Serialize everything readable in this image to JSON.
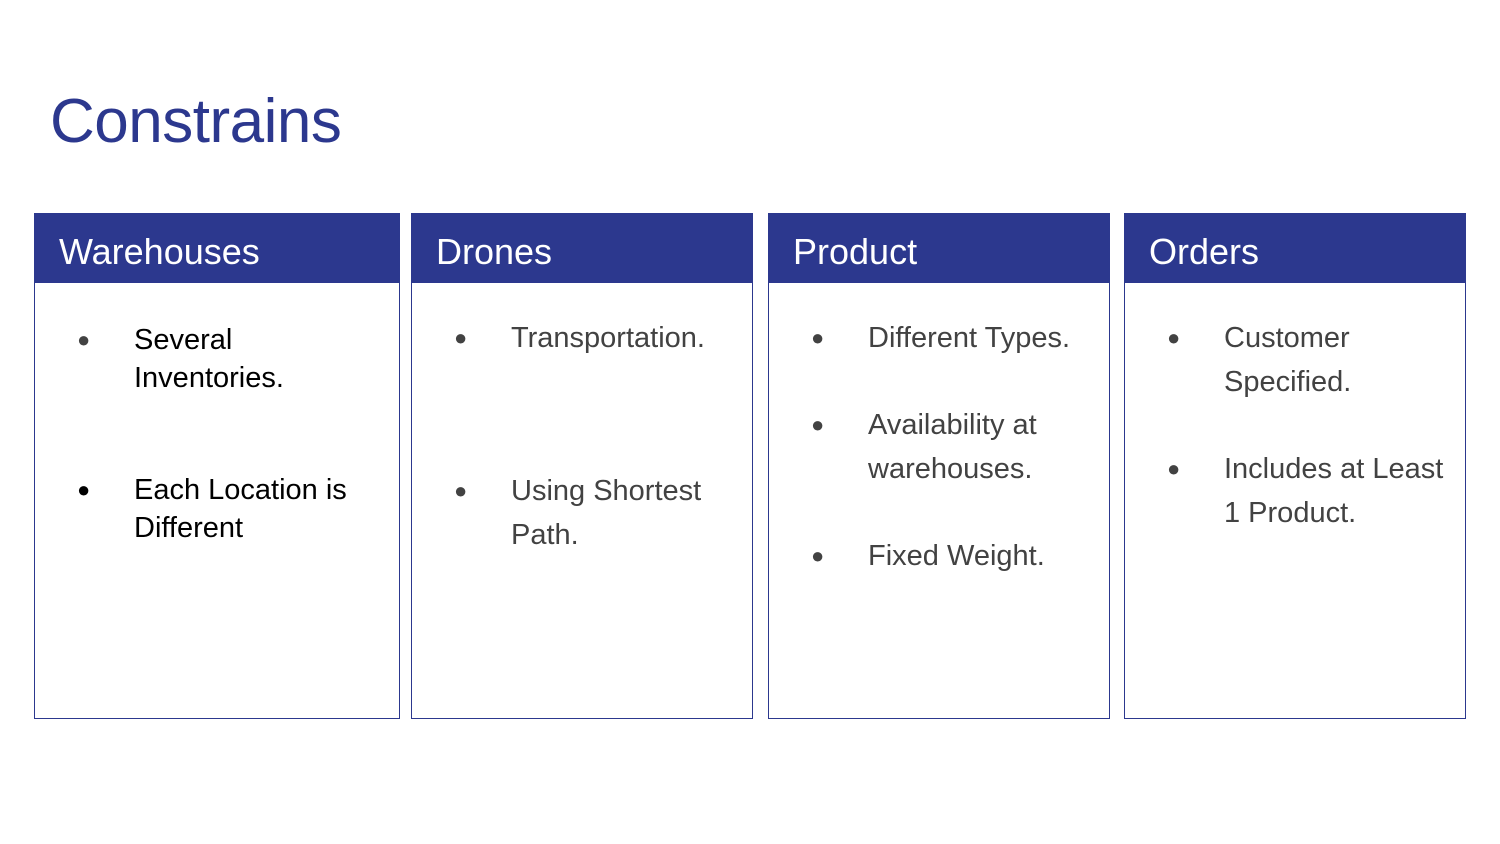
{
  "slide": {
    "title": "Constrains"
  },
  "colors": {
    "accent": "#2c388e",
    "header_text": "#ffffff",
    "body_text": "#424242",
    "body_text_dark": "#000000"
  },
  "cards": [
    {
      "header": "Warehouses",
      "items": [
        "Several Inventories.",
        "Each Location is Different"
      ]
    },
    {
      "header": "Drones",
      "items": [
        "Transportation.",
        "Using Shortest Path."
      ]
    },
    {
      "header": "Product",
      "items": [
        "Different Types.",
        "Availability at warehouses.",
        "Fixed Weight."
      ]
    },
    {
      "header": "Orders",
      "items": [
        "Customer Specified.",
        "Includes at Least 1 Product."
      ]
    }
  ],
  "bullet_glyph": "●"
}
